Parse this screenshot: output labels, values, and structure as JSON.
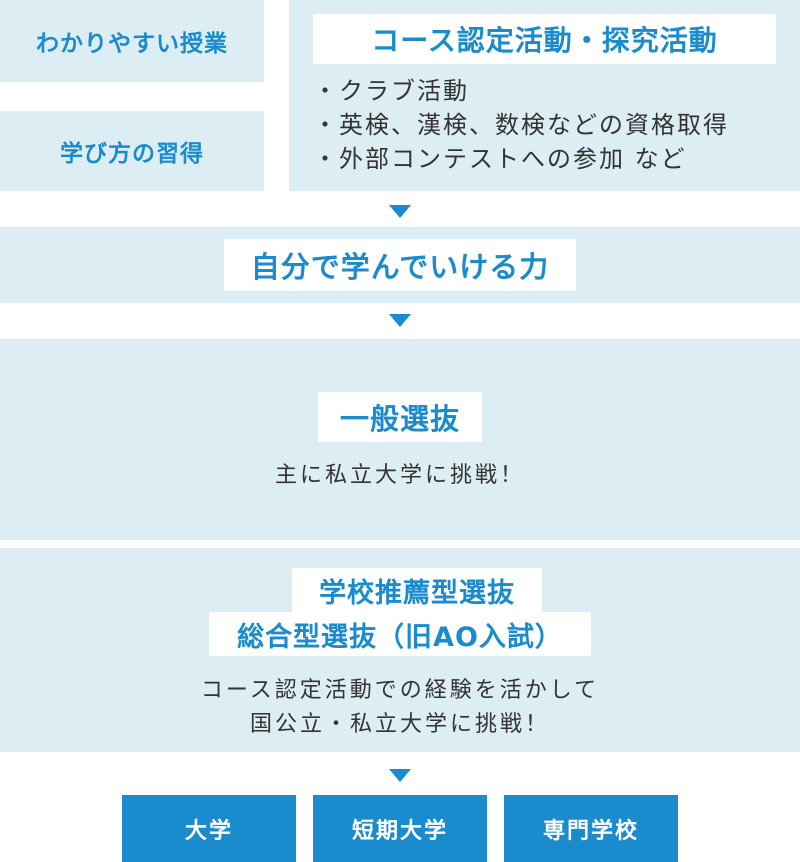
{
  "left_boxes": {
    "lesson": "わかりやすい授業",
    "learning": "学び方の習得"
  },
  "activity": {
    "title": "コース認定活動・探究活動",
    "items": [
      "クラブ活動",
      "英検、漢検、数検などの資格取得",
      "外部コンテストへの参加 など"
    ]
  },
  "self_learning": {
    "title": "自分で学んでいける力"
  },
  "general": {
    "title": "一般選抜",
    "desc": "主に私立大学に挑戦！"
  },
  "recommend": {
    "title_line1": "学校推薦型選抜",
    "title_line2": "総合型選抜（旧AO入試）",
    "desc_line1": "コース認定活動での経験を活かして",
    "desc_line2": "国公立・私立大学に挑戦！"
  },
  "destinations": [
    "大学",
    "短期大学",
    "専門学校"
  ],
  "colors": {
    "accent": "#1a8bcc",
    "panel": "#dcedf3",
    "text": "#333333"
  }
}
